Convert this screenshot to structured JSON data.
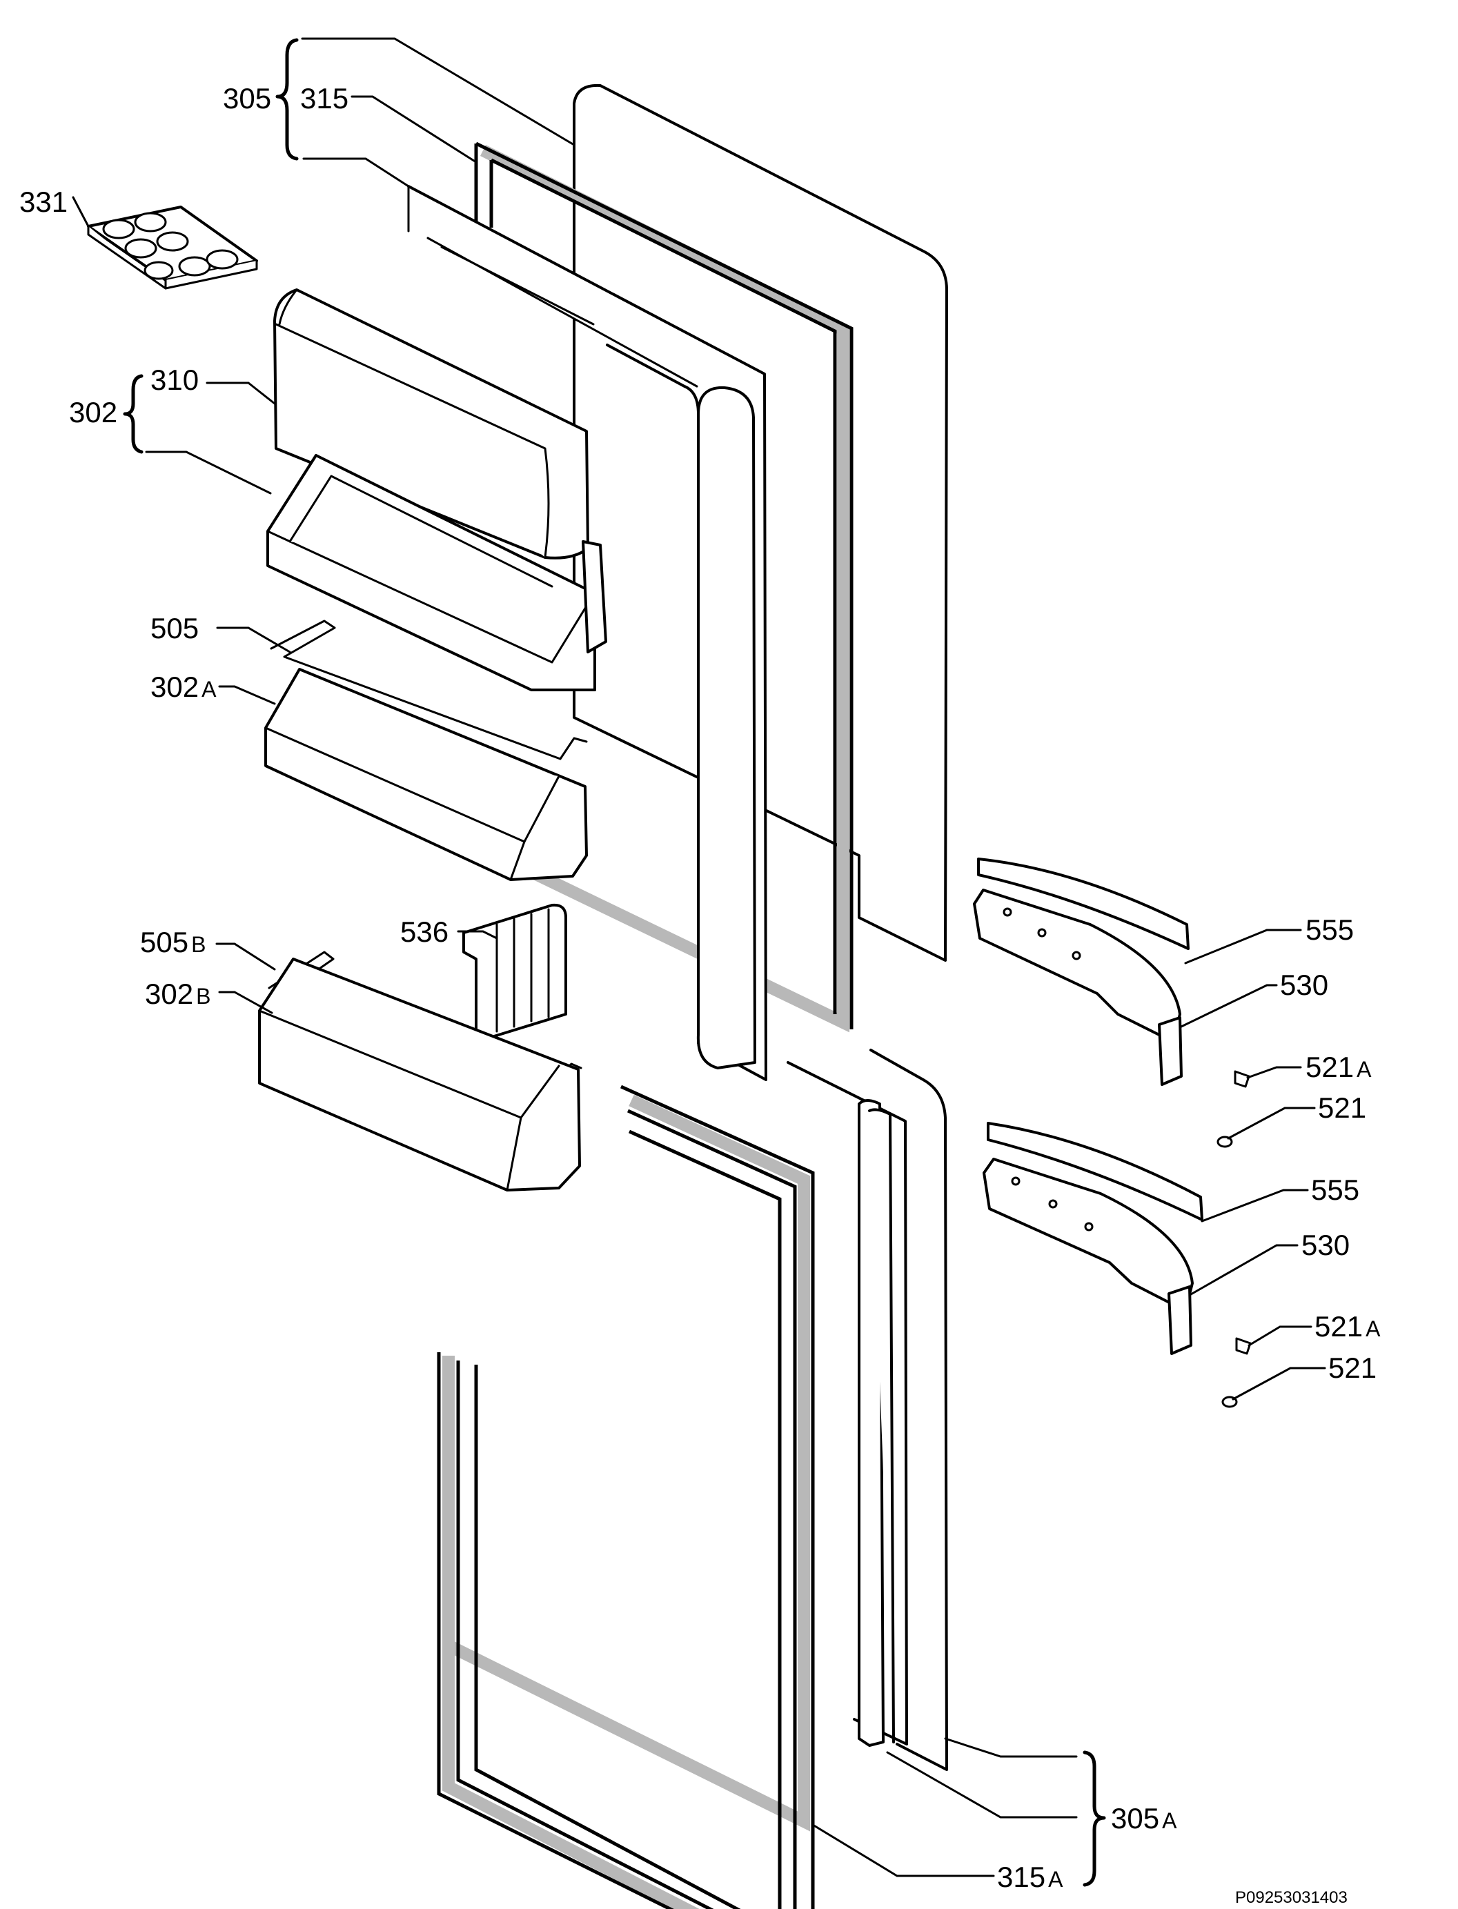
{
  "labels": {
    "l305": "305",
    "l315": "315",
    "l331": "331",
    "l302": "302",
    "l310": "310",
    "l505": "505",
    "l302a_num": "302",
    "l302a_suf": "A",
    "l505b_num": "505",
    "l505b_suf": "B",
    "l536": "536",
    "l302b_num": "302",
    "l302b_suf": "B",
    "l555_top": "555",
    "l530_top": "530",
    "l521a_top_num": "521",
    "l521a_top_suf": "A",
    "l521_top": "521",
    "l555_bot": "555",
    "l530_bot": "530",
    "l521a_bot_num": "521",
    "l521a_bot_suf": "A",
    "l521_bot": "521",
    "l305a_num": "305",
    "l305a_suf": "A",
    "l315a_num": "315",
    "l315a_suf": "A"
  },
  "drawing_code": "P09253031403"
}
